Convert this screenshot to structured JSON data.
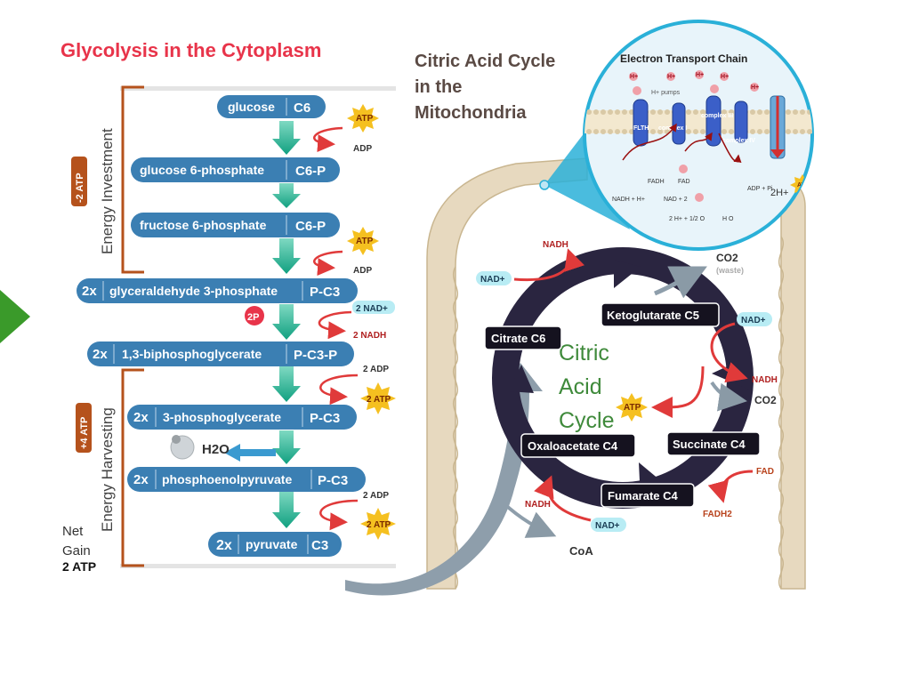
{
  "glycolysis": {
    "title": "Glycolysis in the Cytoplasm",
    "phase_investment": "Energy Investment",
    "phase_investment_atp": "-2 ATP",
    "phase_harvesting": "Energy Harvesting",
    "phase_harvesting_atp": "+4 ATP",
    "net_gain_label": "Net Gain",
    "net_gain_value": "2 ATP",
    "steps": [
      {
        "prefix": "",
        "name": "glucose",
        "formula": "C6"
      },
      {
        "prefix": "",
        "name": "glucose 6-phosphate",
        "formula": "C6-P"
      },
      {
        "prefix": "",
        "name": "fructose 6-phosphate",
        "formula": "C6-P"
      },
      {
        "prefix": "2x",
        "name": "glyceraldehyde 3-phosphate",
        "formula": "P-C3"
      },
      {
        "prefix": "2x",
        "name": "1,3-biphosphoglycerate",
        "formula": "P-C3-P"
      },
      {
        "prefix": "2x",
        "name": "3-phosphoglycerate",
        "formula": "P-C3"
      },
      {
        "prefix": "2x",
        "name": "phosphoenolpyruvate",
        "formula": "P-C3"
      },
      {
        "prefix": "2x",
        "name": "pyruvate",
        "formula": "C3"
      }
    ],
    "side": {
      "atp": "ATP",
      "adp": "ADP",
      "two_p": "2P",
      "nad_in": "2 NAD+",
      "nadh_out": "2 NADH",
      "adp_in": "2 ADP",
      "atp_out": "2 ATP",
      "water": "H2O"
    }
  },
  "citric": {
    "title_line1": "Citric Acid Cycle",
    "title_line2": "in the",
    "title_line3": "Mitochondria",
    "center_line1": "Citric",
    "center_line2": "Acid",
    "center_line3": "Cycle",
    "center_atp": "ATP",
    "molecules": {
      "citrate": "Citrate C6",
      "ketoglutarate": "Ketoglutarate C5",
      "succinate": "Succinate C4",
      "fumarate": "Fumarate C4",
      "oxaloacetate": "Oxaloacetate C4"
    },
    "labels": {
      "nad_plus": "NAD+",
      "nadh": "NADH",
      "co2": "CO2",
      "waste": "(waste)",
      "fad": "FAD",
      "fadh2": "FADH2",
      "coa": "CoA"
    }
  },
  "etc": {
    "title": "Electron Transport Chain",
    "h_plus": "H+",
    "h_pumps": "H+ pumps",
    "complex_1": "complex I",
    "complex_3": "complex III",
    "complex_4": "complex IV",
    "flth": "FLTH",
    "fadh": "FADH",
    "fad": "FAD",
    "nadh_row": "NADH + H+",
    "nad_row": "NAD + 2",
    "water_row": "2 H+ + 1/2 O",
    "water_product": "H O",
    "adp_pi": "ADP + Pi",
    "two_h": "2H+",
    "atp": "ATP"
  },
  "colors": {
    "pill": "#3b7fb3",
    "pill_dark": "#2c6590",
    "title_red": "#e8344a",
    "bracket_orange": "#b5521c",
    "arrow_green": "#1aaa8a",
    "star_yellow": "#f5c020",
    "cycle_dark": "#2a2540",
    "cycle_text_green": "#3f8a3b",
    "membrane": "#e7d9bf",
    "next_green": "#3a9a2a"
  }
}
